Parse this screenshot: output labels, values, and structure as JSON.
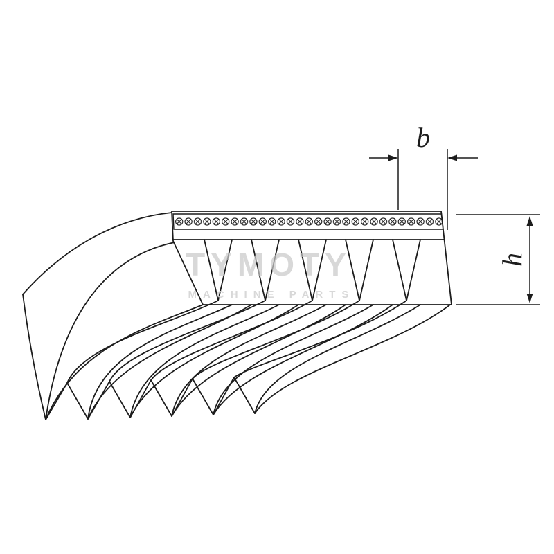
{
  "diagram": {
    "dimension_labels": {
      "b": "b",
      "h": "h"
    },
    "watermark": {
      "title": "TYMOTY",
      "subtitle": "MACHINE PARTS"
    },
    "belt": {
      "rib_count": 6,
      "groove_count": 5,
      "top_band_pattern": "circled-x"
    },
    "colors": {
      "line": "#1c1c1c",
      "background": "#ffffff",
      "watermark_title": "#c9c9c9",
      "watermark_subtitle": "#d4d4d4"
    }
  }
}
